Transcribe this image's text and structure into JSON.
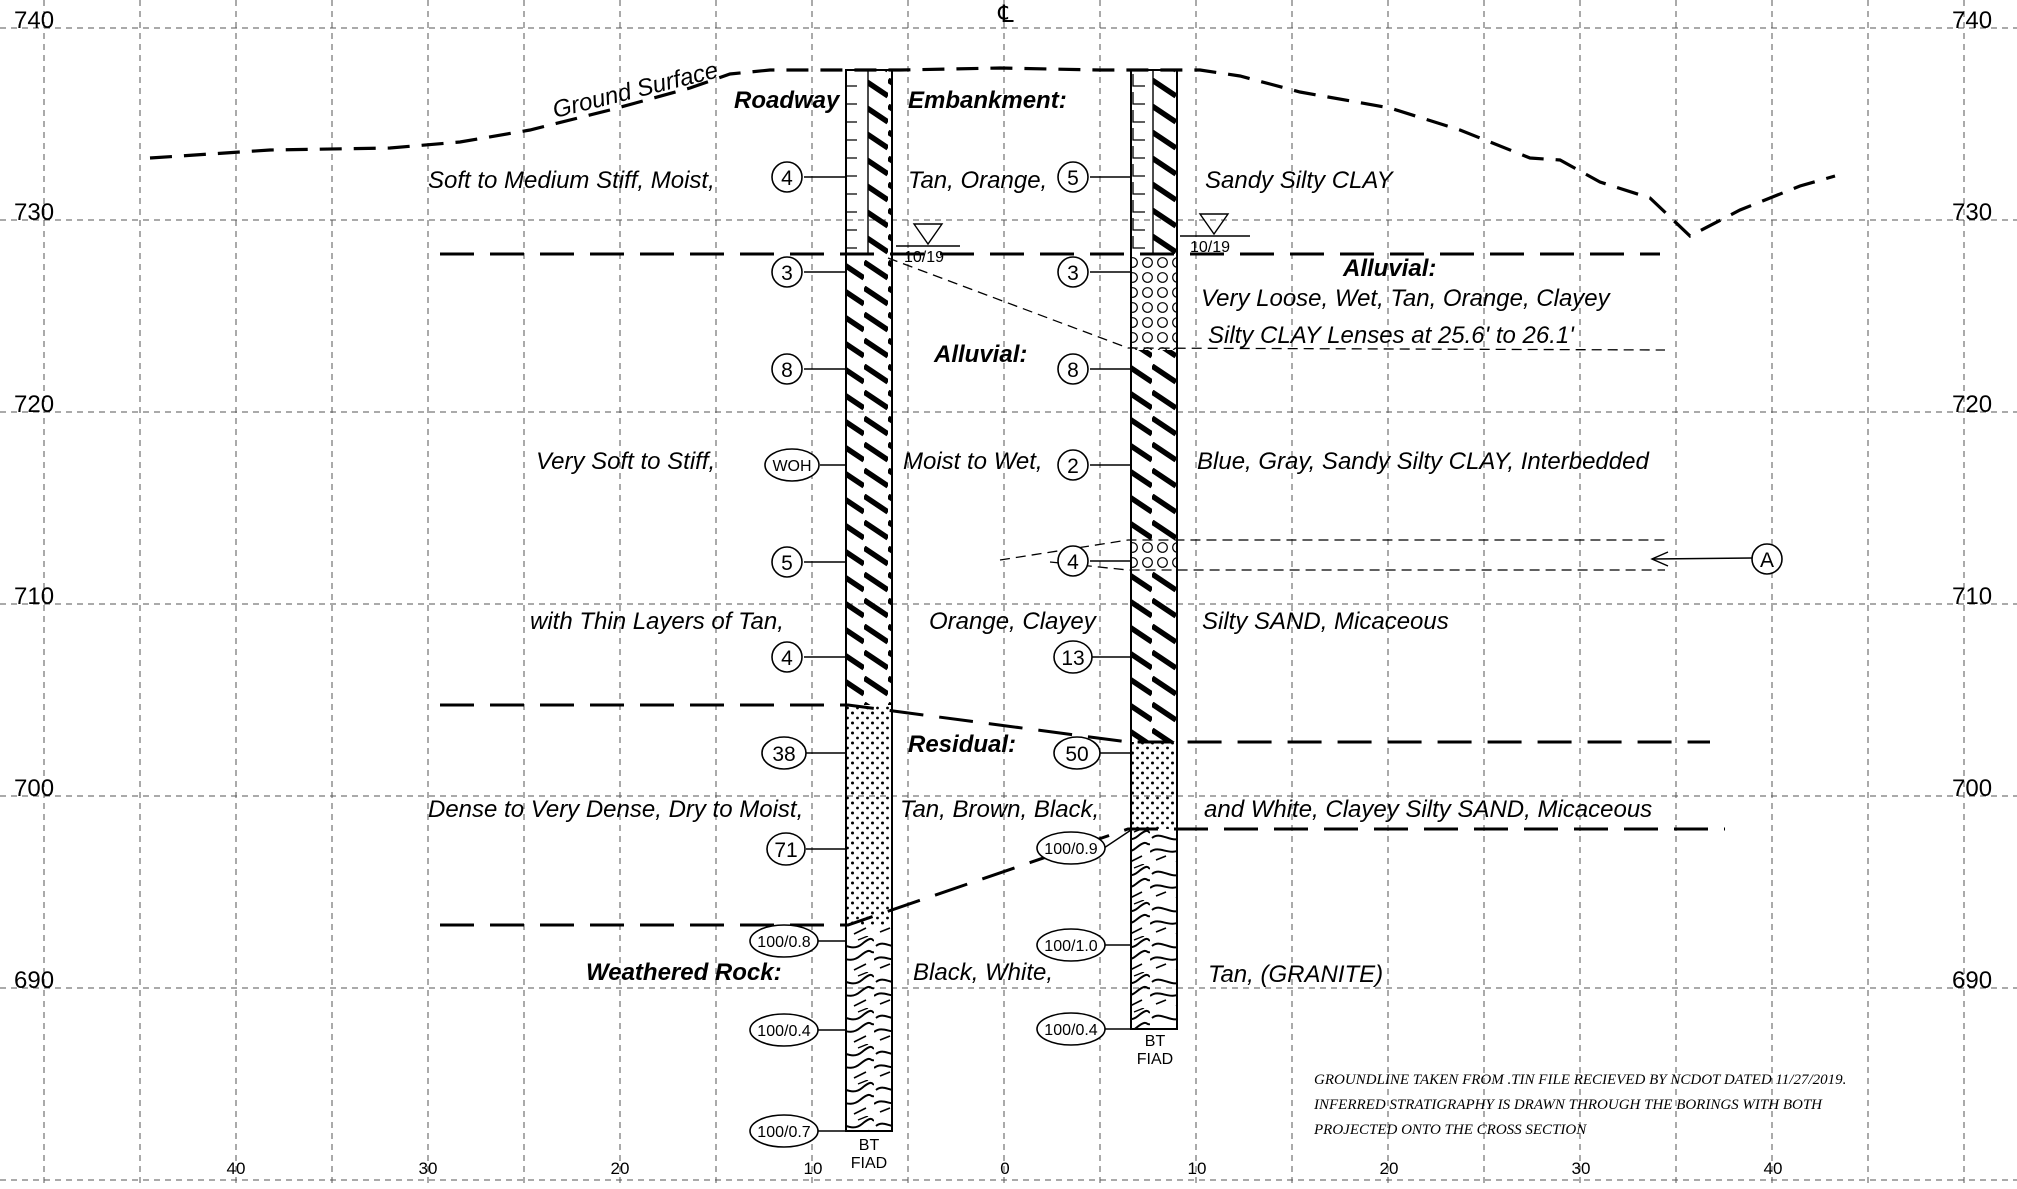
{
  "centerline_symbol": "℄",
  "axis": {
    "left_elevations": [
      "740",
      "730",
      "720",
      "710",
      "700",
      "690"
    ],
    "right_elevations": [
      "740",
      "730",
      "720",
      "710",
      "700",
      "690"
    ],
    "offsets": [
      "40",
      "30",
      "20",
      "10",
      "0",
      "10",
      "20",
      "30",
      "40"
    ]
  },
  "ground_surface_label": "Ground Surface",
  "layers": {
    "embankment": {
      "head1": "Roadway",
      "head2": "Embankment:",
      "desc1": "Soft to Medium  Stiff, Moist,",
      "desc2": "Tan, Orange,",
      "desc3": "Sandy Silty CLAY"
    },
    "alluvial_right": {
      "head": "Alluvial:",
      "desc1": "Very Loose, Wet, Tan, Orange, Clayey",
      "desc2": "Silty CLAY  Lenses  at 25.6' to 26.1'"
    },
    "alluvial": {
      "head": "Alluvial:",
      "desc1": "Very Soft to Stiff,",
      "desc2": "Moist to Wet,",
      "desc3": "Blue, Gray, Sandy Silty CLAY, Interbedded",
      "desc4": "with Thin Layers of Tan,",
      "desc5": "Orange, Clayey",
      "desc6": "Silty SAND, Micaceous"
    },
    "residual": {
      "head": "Residual:",
      "desc1": "Dense to Very Dense, Dry to Moist,",
      "desc2": "Tan, Brown, Black,",
      "desc3": "and White, Clayey Silty SAND, Micaceous"
    },
    "rock": {
      "head": "Weathered Rock:",
      "desc1": "Black, White,",
      "desc2": "Tan, (GRANITE)"
    }
  },
  "boring_left": {
    "spt": [
      "4",
      "3",
      "8",
      "WOH",
      "5",
      "4",
      "38",
      "71",
      "100/0.8",
      "100/0.4",
      "100/0.7"
    ],
    "water_date": "10/19",
    "termination": [
      "BT",
      "FIAD"
    ]
  },
  "boring_right": {
    "spt": [
      "5",
      "3",
      "8",
      "2",
      "4",
      "13",
      "50",
      "100/0.9",
      "100/1.0",
      "100/0.4"
    ],
    "water_date": "10/19",
    "termination": [
      "BT",
      "FIAD"
    ]
  },
  "callout": "A",
  "notes": [
    "GROUNDLINE  TAKEN  FROM  .TIN  FILE  RECIEVED  BY  NCDOT  DATED  11/27/2019.",
    "INFERRED  STRATIGRAPHY  IS  DRAWN  THROUGH  THE  BORINGS  WITH  BOTH",
    "PROJECTED  ONTO  THE  CROSS  SECTION"
  ]
}
